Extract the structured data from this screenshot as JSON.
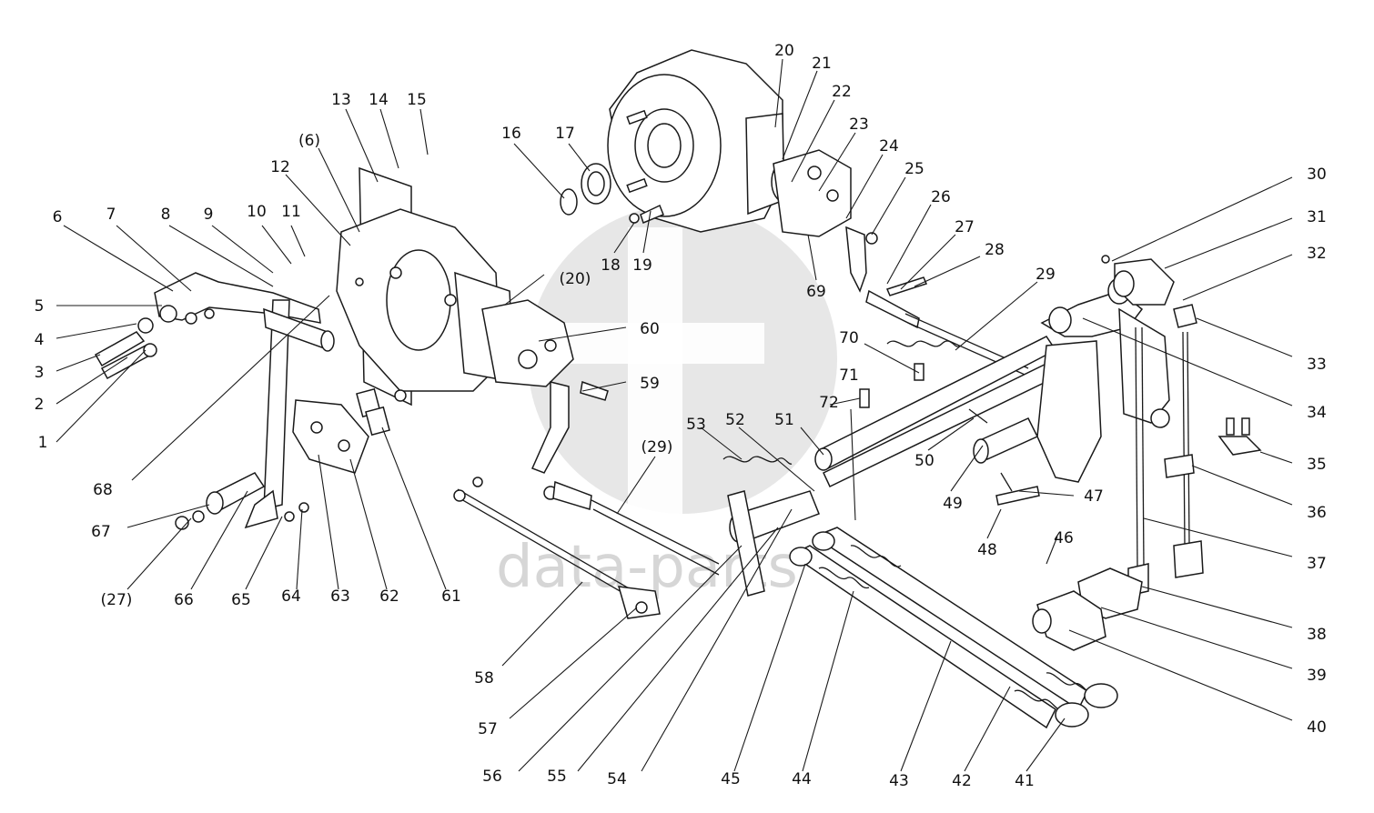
{
  "watermark": {
    "text": "data-parts",
    "color": "#d3d3d3"
  },
  "labels": [
    "1",
    "2",
    "3",
    "4",
    "5",
    "6",
    "7",
    "8",
    "9",
    "10",
    "11",
    "12",
    "13",
    "14",
    "15",
    "(6)",
    "16",
    "17",
    "18",
    "19",
    "20",
    "21",
    "22",
    "23",
    "24",
    "25",
    "26",
    "27",
    "28",
    "29",
    "30",
    "31",
    "32",
    "33",
    "34",
    "35",
    "36",
    "37",
    "38",
    "39",
    "40",
    "41",
    "42",
    "43",
    "44",
    "45",
    "46",
    "47",
    "48",
    "49",
    "50",
    "51",
    "52",
    "53",
    "54",
    "55",
    "56",
    "57",
    "58",
    "59",
    "60",
    "(20)",
    "(29)",
    "61",
    "62",
    "63",
    "64",
    "65",
    "66",
    "67",
    "(27)",
    "68",
    "69",
    "70",
    "71",
    "72"
  ]
}
